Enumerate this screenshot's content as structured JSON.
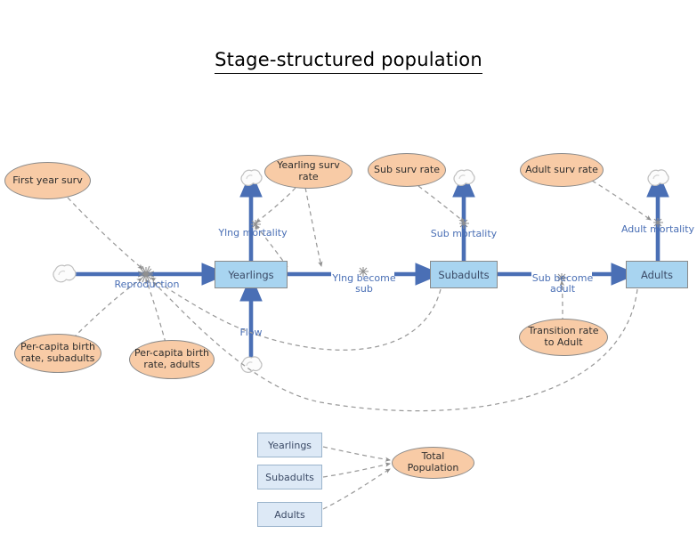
{
  "title": "Stage-structured population",
  "colors": {
    "stock_fill": "#a8d4f0",
    "stock_border": "#8a8a8a",
    "converter_fill": "#f8cba6",
    "converter_border": "#8a8a8a",
    "ghost_fill": "#dde9f6",
    "ghost_border": "#9bb4cc",
    "flow_arrow": "#4a6fb5",
    "flow_label_text": "#4a6fb5",
    "connector_dashed": "#9a9a9a",
    "cloud_outline": "#b8b8b8",
    "title_text": "#000000"
  },
  "stocks": [
    {
      "name": "yearlings",
      "label": "Yearlings"
    },
    {
      "name": "subadults",
      "label": "Subadults"
    },
    {
      "name": "adults",
      "label": "Adults"
    }
  ],
  "flows": [
    {
      "name": "reproduction",
      "label": "Reproduction"
    },
    {
      "name": "ylng-mortality",
      "label": "Ylng mortality"
    },
    {
      "name": "flow",
      "label": "Flow"
    },
    {
      "name": "ylng-become-sub",
      "label": "Ylng become\nsub"
    },
    {
      "name": "sub-mortality",
      "label": "Sub mortality"
    },
    {
      "name": "sub-become-adult",
      "label": "Sub become\nadult"
    },
    {
      "name": "adult-mortality",
      "label": "Adult mortality"
    }
  ],
  "converters": [
    {
      "name": "first-year-surv",
      "label": "First year surv"
    },
    {
      "name": "per-capita-birth-rate-subadults",
      "label": "Per-capita birth rate, subadults"
    },
    {
      "name": "per-capita-birth-rate-adults",
      "label": "Per-capita birth rate, adults"
    },
    {
      "name": "yearling-surv-rate",
      "label": "Yearling surv rate"
    },
    {
      "name": "sub-surv-rate",
      "label": "Sub surv rate"
    },
    {
      "name": "adult-surv-rate",
      "label": "Adult surv rate"
    },
    {
      "name": "transition-rate-to-adult",
      "label": "Transition rate to Adult"
    },
    {
      "name": "total-population",
      "label": "Total Population"
    }
  ],
  "ghosts": [
    {
      "name": "ghost-yearlings",
      "label": "Yearlings"
    },
    {
      "name": "ghost-subadults",
      "label": "Subadults"
    },
    {
      "name": "ghost-adults",
      "label": "Adults"
    }
  ],
  "clouds": [
    {
      "name": "cloud-reproduction-source"
    },
    {
      "name": "cloud-ylng-mortality-sink"
    },
    {
      "name": "cloud-flow-source"
    },
    {
      "name": "cloud-sub-mortality-sink"
    },
    {
      "name": "cloud-adult-mortality-sink"
    }
  ]
}
